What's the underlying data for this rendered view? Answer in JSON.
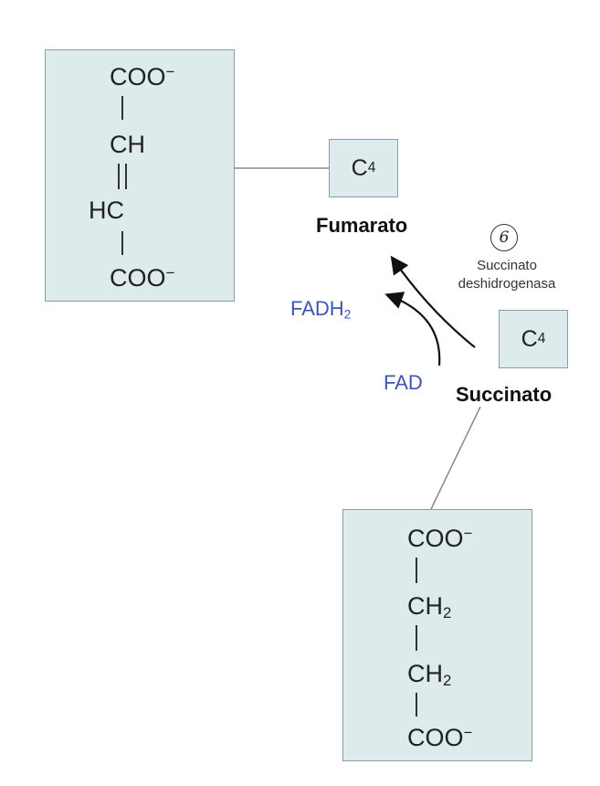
{
  "fumarate": {
    "structure": {
      "top": "COO",
      "top_charge": "−",
      "c1": "CH",
      "c2": "HC",
      "bottom": "COO",
      "bottom_charge": "−"
    },
    "carbon_box": {
      "main": "C",
      "sub": "4"
    },
    "name": "Fumarato"
  },
  "succinate": {
    "structure": {
      "top": "COO",
      "top_charge": "−",
      "c1_main": "CH",
      "c1_sub": "2",
      "c2_main": "CH",
      "c2_sub": "2",
      "bottom": "COO",
      "bottom_charge": "−"
    },
    "carbon_box": {
      "main": "C",
      "sub": "4"
    },
    "name": "Succinato"
  },
  "enzyme": {
    "step_number": "6",
    "name_line1": "Succinato",
    "name_line2": "deshidrogenasa"
  },
  "cofactors": {
    "product_main": "FADH",
    "product_sub": "2",
    "reactant": "FAD"
  },
  "colors": {
    "box_fill": "#ddebed",
    "box_border": "#8a9ea4",
    "cofactor_text": "#3d55b5"
  }
}
